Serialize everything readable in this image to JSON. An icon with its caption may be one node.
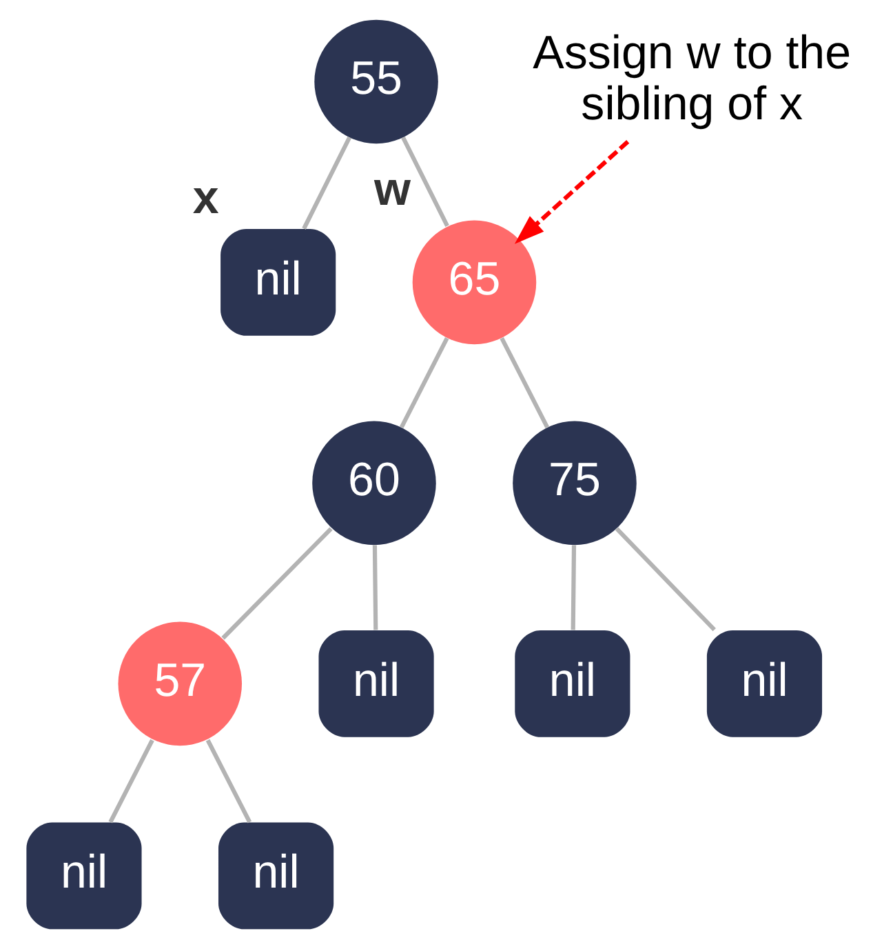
{
  "diagram": {
    "nodes": [
      {
        "text": [
          "55"
        ]
      },
      {
        "text": [
          "nil"
        ],
        "beside": [
          "x"
        ]
      },
      {
        "text": [
          "65"
        ],
        "beside": [
          "w"
        ]
      },
      {
        "text": [
          "60"
        ]
      },
      {
        "text": [
          "75"
        ]
      },
      {
        "text": [
          "57"
        ]
      },
      {
        "text": [
          "nil"
        ]
      },
      {
        "text": [
          "nil"
        ]
      },
      {
        "text": [
          "nil"
        ]
      },
      {
        "text": [
          "nil"
        ]
      },
      {
        "text": [
          "nil"
        ]
      },
      {
        "text": [
          "Assign w to the sibling of x"
        ]
      }
    ],
    "edges": [
      {
        "from": 0,
        "to": 1,
        "arrow": "none"
      },
      {
        "from": 0,
        "to": 2,
        "arrow": "none"
      },
      {
        "from": 2,
        "to": 3,
        "arrow": "none"
      },
      {
        "from": 2,
        "to": 4,
        "arrow": "none"
      },
      {
        "from": 3,
        "to": 5,
        "arrow": "none"
      },
      {
        "from": 3,
        "to": 6,
        "arrow": "none"
      },
      {
        "from": 4,
        "to": 7,
        "arrow": "none"
      },
      {
        "from": 4,
        "to": 8,
        "arrow": "none"
      },
      {
        "from": 5,
        "to": 9,
        "arrow": "none"
      },
      {
        "from": 5,
        "to": 10,
        "arrow": "none"
      },
      {
        "from": 11,
        "to": 2,
        "arrow": "to",
        "style": "dashed",
        "color": "#ff0000"
      }
    ]
  }
}
